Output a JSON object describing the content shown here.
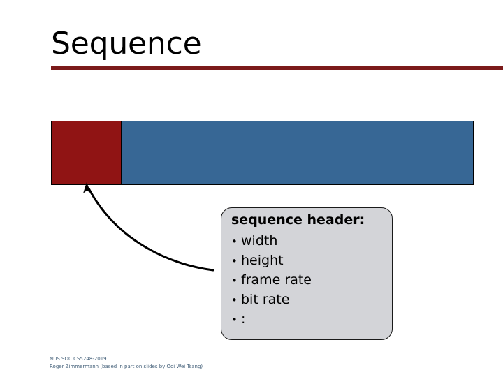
{
  "slide": {
    "title": "Sequence",
    "accent_color": "#7B1A1A"
  },
  "sequence_bar": {
    "segments": [
      {
        "name": "sequence-header",
        "color": "#901414",
        "label": ""
      },
      {
        "name": "sequence-body",
        "color": "#376795",
        "label": ""
      }
    ]
  },
  "callout": {
    "title": "sequence header:",
    "bullet_glyph": "•",
    "items": [
      "width",
      "height",
      "frame rate",
      "bit rate",
      ":"
    ],
    "fill_color": "#D3D4D8"
  },
  "footer": {
    "line1": "NUS.SOC.CS5248-2019",
    "line2": "Roger Zimmermann (based in part on slides by Ooi Wei Tsang)",
    "color": "#46627B"
  }
}
